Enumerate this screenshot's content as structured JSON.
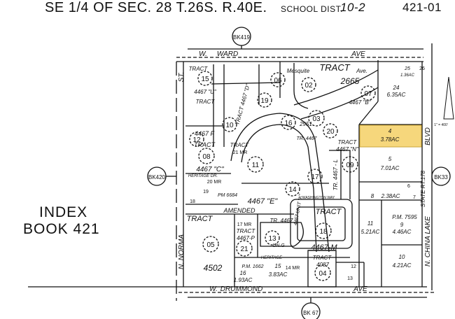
{
  "header": {
    "title": "SE 1/4 OF SEC. 28 T.26S. R.40E.",
    "school_district_label": "SCHOOL DIST.",
    "school_district_value": "10-2",
    "map_number": "421-01"
  },
  "index": {
    "line1": "INDEX",
    "line2": "BOOK 421"
  },
  "scale": "1\" = 400'",
  "book_refs": {
    "top": "BK419",
    "left": "BK420",
    "right": "BK33",
    "bottom": "BK 67"
  },
  "streets": {
    "ward": [
      "W.",
      "WARD",
      "AVE"
    ],
    "drummond": [
      "W.",
      "DRUMMOND",
      "AVE"
    ],
    "norma": "N. NORMA",
    "st": "ST.",
    "china_lake": "N. CHINA LAKE",
    "blvd": "BLVD",
    "state_rt": "STATE RT.178",
    "mesquite": "Mesquite",
    "mesquite_ave": "Ave.",
    "washington": "WASHINGTON WAY",
    "heritage": "HERITAGE DR.",
    "heritage2": "HERITAGE"
  },
  "tracts": {
    "t2665": "2665",
    "tract": "TRACT",
    "t4467d": "TRACT 4467 \"D\"",
    "t4467f": "4467 F",
    "t4467c": "4467 \"C\"",
    "t4467e": "4467 \"E\"",
    "amended": "AMENDED",
    "t4467p": "4467-P",
    "t4467m": "4467-M",
    "t4467l": "TR. 4467 - L",
    "t4467n": "4467 \"N\"",
    "t4467b": "4467 \"B\"",
    "t4467u": "4467 \"U\"",
    "t4467k": "4467 UNIT \"K\"",
    "t4467_": "TR. 4467",
    "t4087": "4087",
    "t4502": "4502",
    "t2951": "2951",
    "pm6684": "PM 6684",
    "pm7595": "P.M. 7595",
    "pm1662": "P.M. 1662",
    "ung": "UN.G"
  },
  "parcels": [
    {
      "num": "15"
    },
    {
      "num": "12"
    },
    {
      "num": "10"
    },
    {
      "num": "08"
    },
    {
      "num": "06"
    },
    {
      "num": "19"
    },
    {
      "num": "02"
    },
    {
      "num": "03"
    },
    {
      "num": "16"
    },
    {
      "num": "20"
    },
    {
      "num": "07"
    },
    {
      "num": "11"
    },
    {
      "num": "14"
    },
    {
      "num": "17"
    },
    {
      "num": "09"
    },
    {
      "num": "18"
    },
    {
      "num": "05"
    },
    {
      "num": "21"
    },
    {
      "num": "13"
    },
    {
      "num": "04"
    }
  ],
  "acre_parcels": [
    {
      "num": "24",
      "area": "6.35AC"
    },
    {
      "num": "4",
      "area": "3.78AC",
      "highlighted": true
    },
    {
      "num": "5",
      "area": "7.01AC"
    },
    {
      "num": "8",
      "area": "2.38AC"
    },
    {
      "num": "11",
      "area": "5.21AC"
    },
    {
      "num": "9",
      "area": "4.46AC"
    },
    {
      "num": "10",
      "area": "4.21AC"
    },
    {
      "num": "15",
      "area": "3.83AC"
    },
    {
      "num": "16",
      "area": "1.93AC"
    },
    {
      "num": "25",
      "area": "1.36AC"
    }
  ],
  "small_parcels": [
    "26",
    "6",
    "7",
    "12",
    "13",
    "14 MR",
    "17 MR",
    "20 MR",
    "21 MR",
    "18",
    "19"
  ],
  "highlight_color": "#f6d77c"
}
